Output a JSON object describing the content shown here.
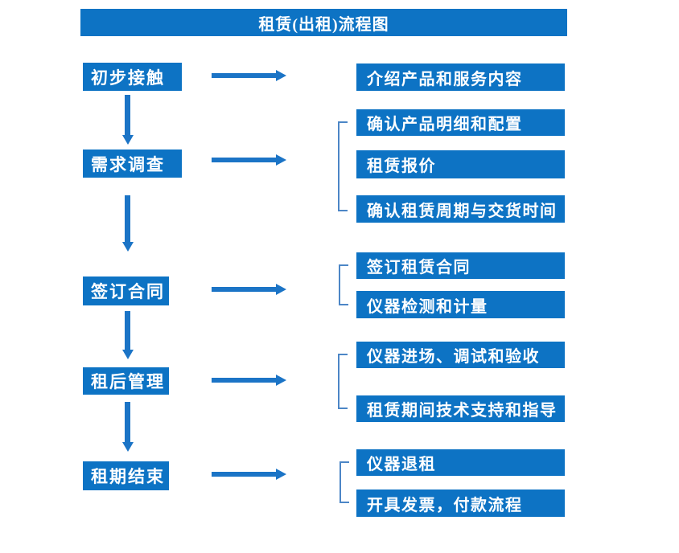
{
  "title": "租赁(出租)流程图",
  "colors": {
    "box_blue": "#0d73c4",
    "arrow_blue": "#1b74c6",
    "bracket_blue": "#4c86c6",
    "text_white": "#ffffff"
  },
  "icons": {
    "right_arrow": "right-arrow-icon",
    "down_arrow": "down-arrow-icon"
  },
  "steps": [
    {
      "label": "初步接触",
      "details": [
        "介绍产品和服务内容"
      ]
    },
    {
      "label": "需求调查",
      "details": [
        "确认产品明细和配置",
        "租赁报价",
        "确认租赁周期与交货时间"
      ]
    },
    {
      "label": "签订合同",
      "details": [
        "签订租赁合同",
        "仪器检测和计量"
      ]
    },
    {
      "label": "租后管理",
      "details": [
        "仪器进场、调试和验收",
        "租赁期间技术支持和指导"
      ]
    },
    {
      "label": "租期结束",
      "details": [
        "仪器退租",
        "开具发票，付款流程"
      ]
    }
  ]
}
